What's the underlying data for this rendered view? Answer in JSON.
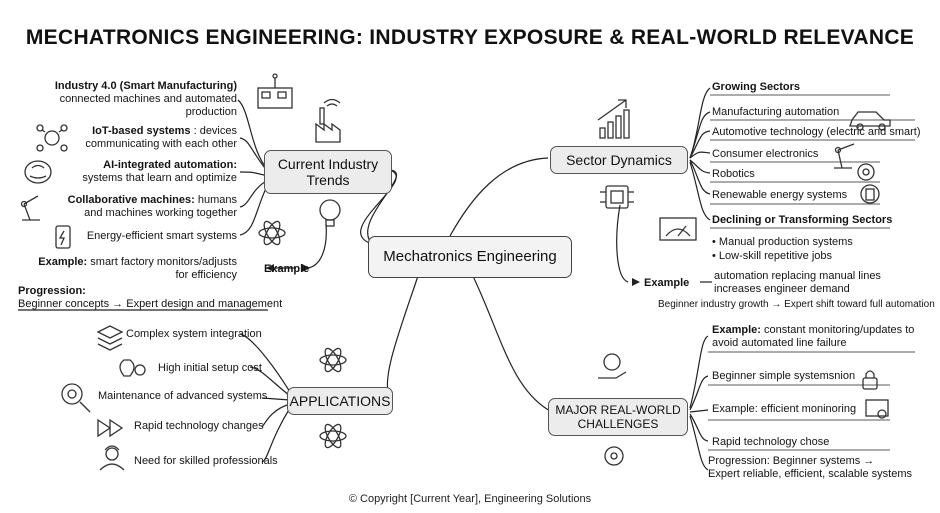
{
  "title": "MECHATRONICS ENGINEERING: INDUSTRY EXPOSURE & REAL-WORLD RELEVANCE",
  "center": "Mechatronics Engineering",
  "trends": {
    "label": "Current Industry Trends",
    "items": [
      {
        "bold": "Industry 4.0 (Smart Manufacturing)",
        "line2": "connected machines and automated",
        "line3": "production"
      },
      {
        "bold": "IoT-based systems",
        "rest": " : devices",
        "line2": "communicating with each other"
      },
      {
        "bold": "AI-integrated automation:",
        "line2": "systems that learn and optimize"
      },
      {
        "bold": "Collaborative machines:",
        "rest": " humans",
        "line2": "and machines working together"
      },
      {
        "rest": "Energy-efficient smart systems"
      }
    ],
    "example_bold": "Example:",
    "example_rest": " smart factory monitors/adjusts",
    "example_line2": "for efficiency",
    "example_label": "Example"
  },
  "sector": {
    "label": "Sector Dynamics",
    "growing_header": "Growing Sectors",
    "growing": [
      "Manufacturing automation",
      "Automotive technology (electric and smart)",
      "Consumer electronics",
      "Robotics",
      "Renewable energy systems"
    ],
    "declining_header": "Declining or Transforming Sectors",
    "declining": [
      "• Manual production systems",
      "• Low-skill repetitive jobs"
    ],
    "example_label": "Example",
    "example_line1": "automation replacing manual lines",
    "example_line2": "increases engineer demand",
    "progress_line": "Beginner industry growth → Expert shift toward full automation"
  },
  "applications": {
    "label": "APPLICATIONS",
    "progression_bold": "Progression:",
    "progression_line": "Beginner concepts → Expert design and management",
    "items": [
      "Complex system integration",
      "High initial setup cost",
      "Maintenance of advanced systems",
      "Rapid technology changes",
      "Need for skilled professionals"
    ]
  },
  "challenges": {
    "label_line1": "MAJOR REAL-WORLD",
    "label_line2": "CHALLENGES",
    "example_bold": "Example:",
    "example_rest": " constant monitoring/updates to",
    "example_line2": "avoid automated line failure",
    "items": [
      "Beginner simple systemsnion",
      "Example: efficient moninoring",
      "Rapid technology chose"
    ],
    "progression_line1": "Progression: Beginner systems →",
    "progression_line2": "Expert reliable, efficient, scalable systems"
  },
  "copyright": "© Copyright [Current Year], Engineering Solutions"
}
